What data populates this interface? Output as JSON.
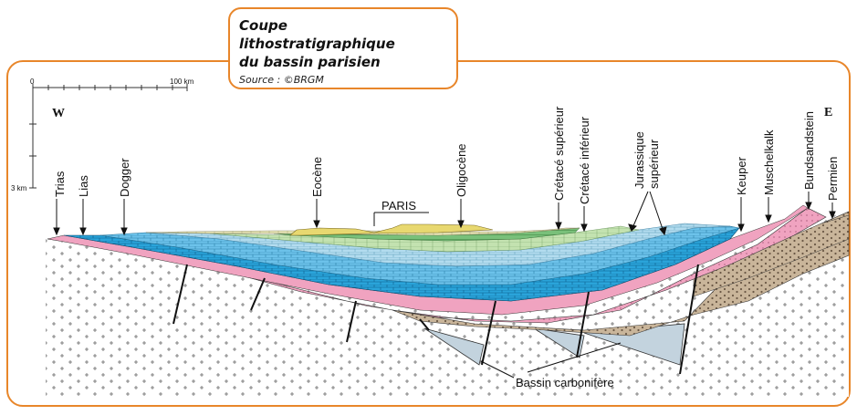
{
  "title": {
    "line1": "Coupe lithostratigraphique",
    "line2": "du bassin parisien",
    "source": "Source : ©BRGM"
  },
  "scale": {
    "zero": "0",
    "distance": "100 km",
    "depth": "3 km"
  },
  "directions": {
    "west": "W",
    "east": "E"
  },
  "labels": {
    "trias": "Trias",
    "lias": "Lias",
    "dogger": "Dogger",
    "eocene": "Eocène",
    "paris": "PARIS",
    "oligocene": "Oligocène",
    "cretace_sup": "Crétacé supérieur",
    "cretace_inf": "Crétacé inférieur",
    "jurassique_1": "Jurassique",
    "jurassique_2": "supérieur",
    "keuper": "Keuper",
    "muschelkalk": "Muschelkalk",
    "bundsandstein": "Bundsandstein",
    "permien": "Permien",
    "bassin": "Bassin carbonifère"
  },
  "colors": {
    "frame": "#e8862a",
    "socle": "#ffffff",
    "permien": "#c9b59a",
    "trias": "#f0a3c0",
    "lias": "#2aa4da",
    "dogger": "#5ab9e6",
    "jurassique_sup": "#a9d8ee",
    "cretace_inf": "#b8dca8",
    "cretace_sup": "#79c07a",
    "tertiaire": "#e9e6b8",
    "eocene": "#e8d870",
    "carbonifere": "#c3d3de"
  }
}
